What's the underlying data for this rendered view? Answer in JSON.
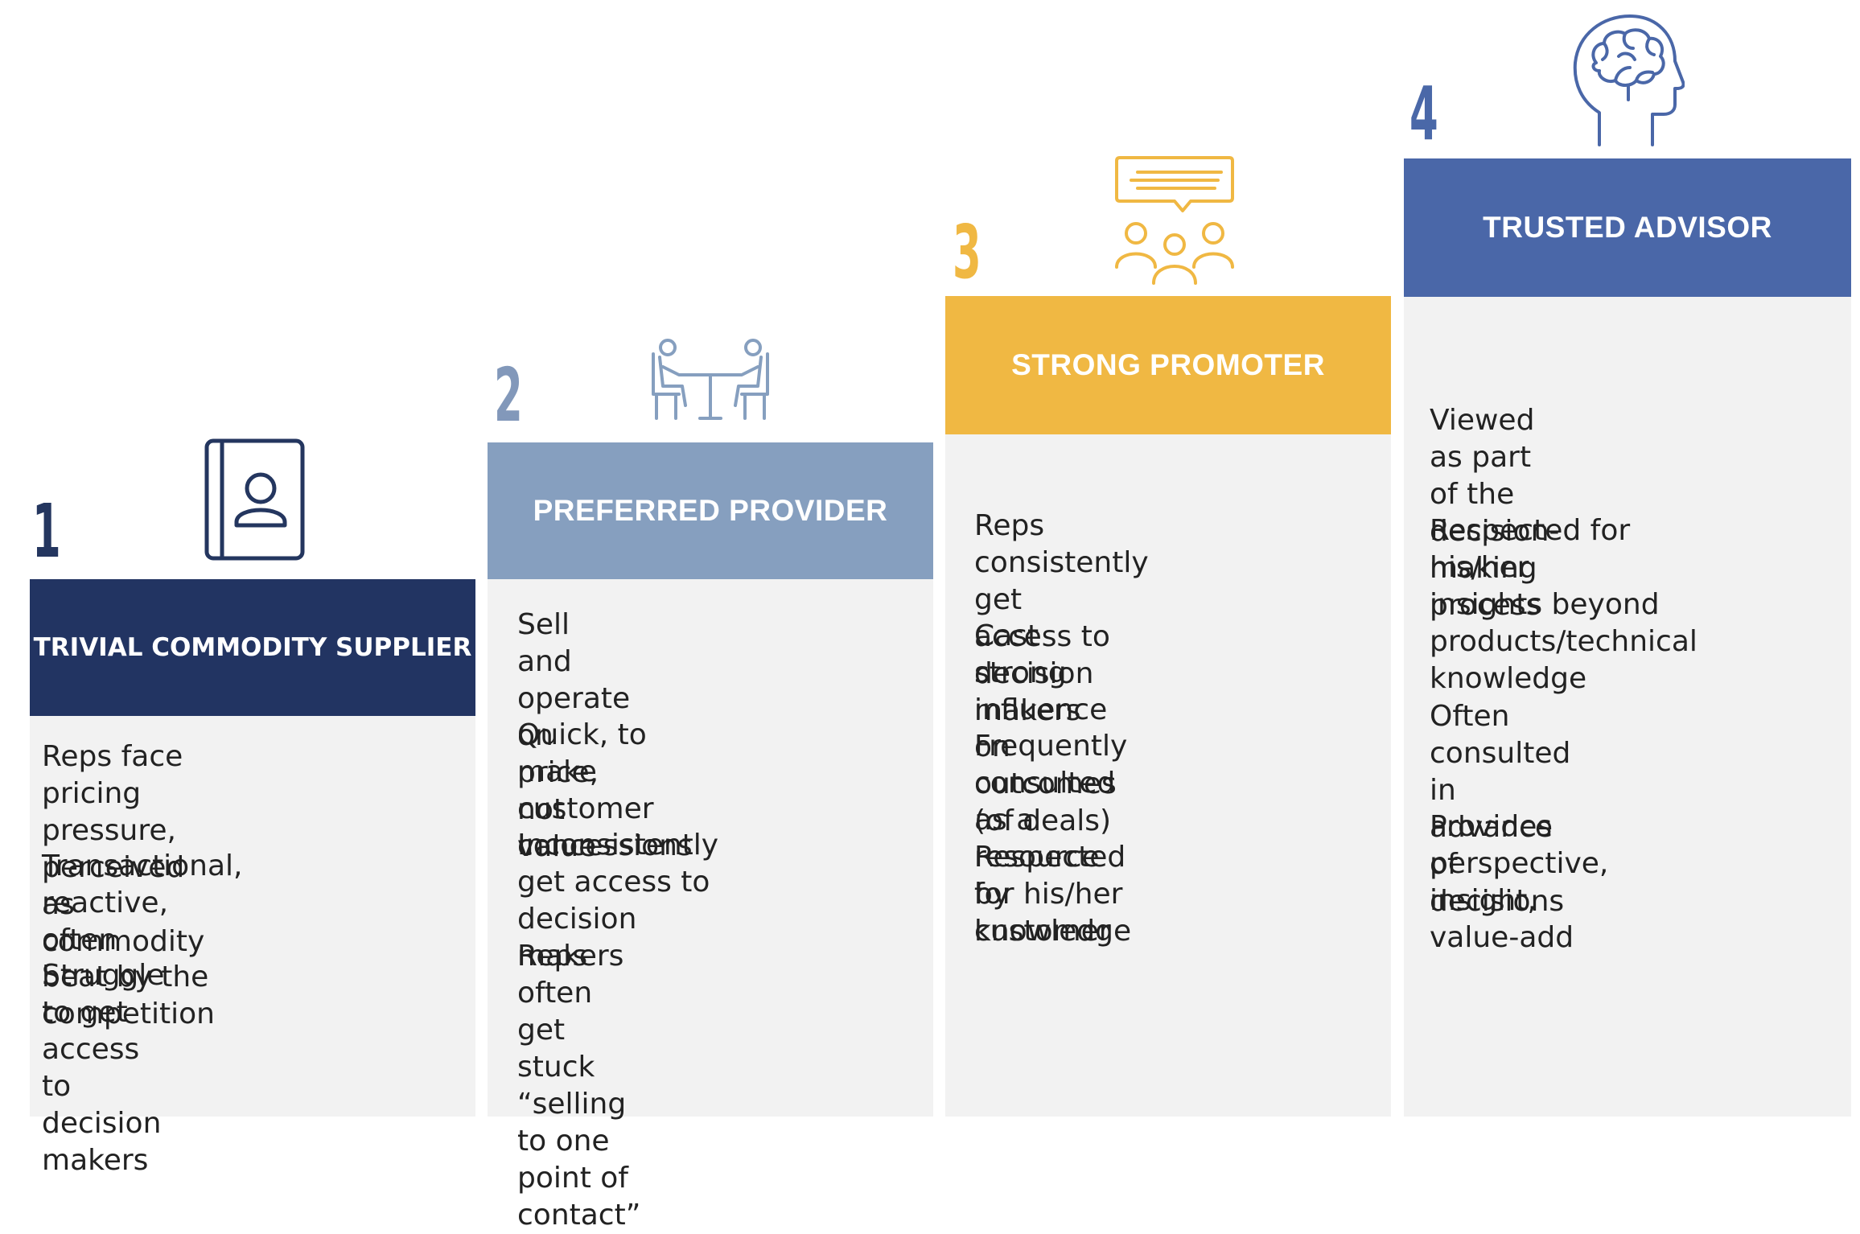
{
  "stages": [
    {
      "number": "1",
      "title": "TRIVIAL COMMODITY SUPPLIER",
      "icon": "contact-book-icon",
      "color": "#223462",
      "items": [
        "Reps face pricing pressure,\nperceived as commodity",
        "Transactional, reactive, often\nbeat by the competition",
        "Struggle to get access to\ndecision makers"
      ]
    },
    {
      "number": "2",
      "title": "PREFERRED PROVIDER",
      "icon": "meeting-table-icon",
      "color": "#869fbf",
      "items": [
        "Sell and operate on price,\nnot value",
        "Quick, to make customer\nconcessions",
        "Inconsistently get access to\ndecision makers",
        "Reps often get stuck\n“selling to one point of\ncontact”"
      ]
    },
    {
      "number": "3",
      "title": "STRONG PROMOTER",
      "icon": "group-discussion-icon",
      "color": "#f0b843",
      "items": [
        "Reps consistently get\naccess to decision makers",
        "Cast strong influence on\noutcomes (of deals)",
        "Frequently consulted as a\nresource by customer",
        "Respected for his/her\nknowledge"
      ]
    },
    {
      "number": "4",
      "title": "TRUSTED ADVISOR",
      "icon": "brain-head-icon",
      "color": "#4a67a8",
      "items": [
        "Viewed as part of the\ndecision-making process",
        "Respected for his/her\ninsights beyond\nproducts/technical\nknowledge",
        "Often consulted in advance\nof decisions",
        "Provides perspective,\ninsight, value-add"
      ]
    }
  ]
}
